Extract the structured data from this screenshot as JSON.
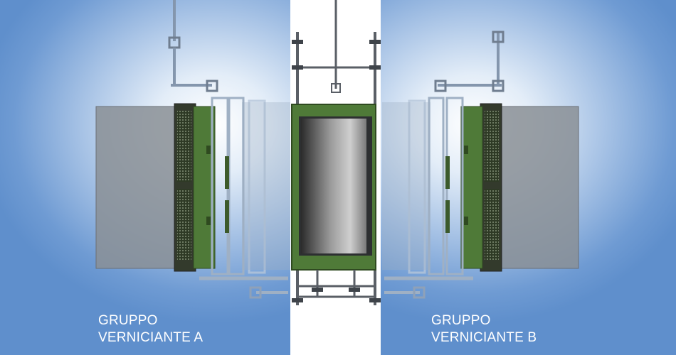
{
  "labels": {
    "left_line1": "GRUPPO",
    "left_line2": "VERNICIANTE A",
    "right_line1": "GRUPPO",
    "right_line2": "VERNICIANTE B"
  },
  "colors": {
    "panel_blue": "#6f9bd3",
    "panel_center": "#ffffff",
    "machine_green": "#4f7a38",
    "frame_gray": "#5a5f66",
    "gray_plate": "#8a8f95",
    "label_text": "#ffffff"
  }
}
